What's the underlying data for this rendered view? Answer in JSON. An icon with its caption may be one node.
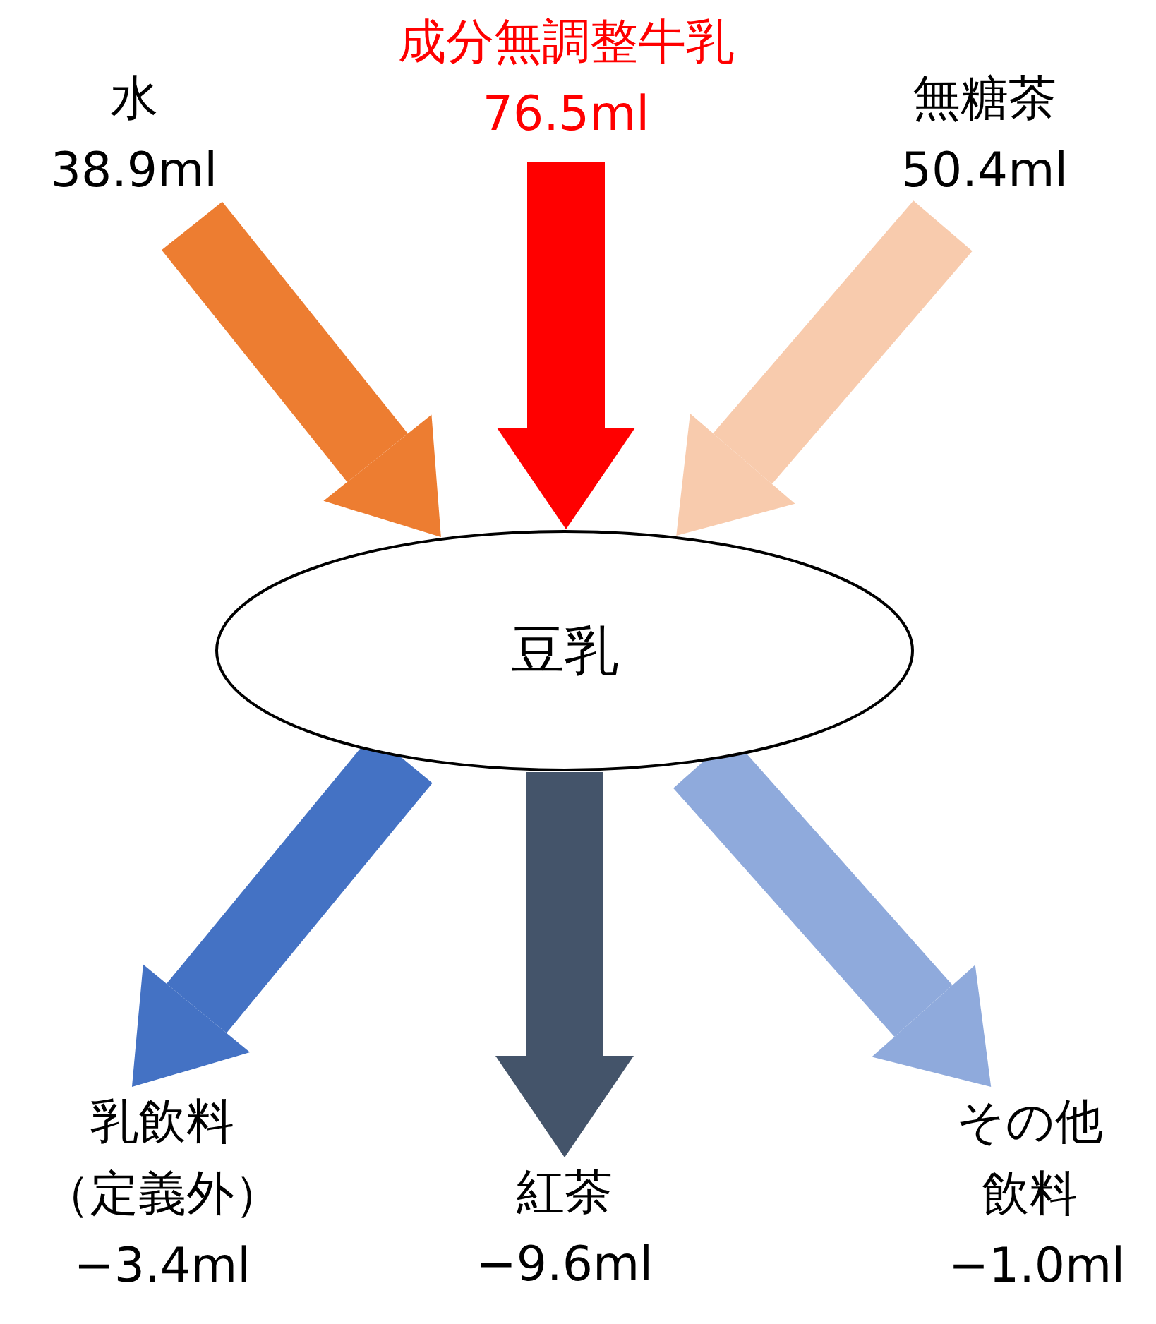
{
  "diagram": {
    "nodes": [
      {
        "text": [
          "水",
          "38.9ml"
        ]
      },
      {
        "text": [
          "成分無調整牛乳",
          "76.5ml"
        ]
      },
      {
        "text": [
          "無糖茶",
          "50.4ml"
        ]
      },
      {
        "text": [
          "豆乳"
        ]
      },
      {
        "text": [
          "乳飲料（定義外）",
          "−3.4ml"
        ]
      },
      {
        "text": [
          "紅茶",
          "−9.6ml"
        ]
      },
      {
        "text": [
          "その他飲料",
          "−1.0ml"
        ]
      }
    ],
    "edges": [
      {
        "from": 0,
        "to": 3,
        "arrow": "to",
        "color": "#ed7d31"
      },
      {
        "from": 1,
        "to": 3,
        "arrow": "to",
        "color": "#ff0000"
      },
      {
        "from": 2,
        "to": 3,
        "arrow": "to",
        "color": "#f8cbad"
      },
      {
        "from": 3,
        "to": 4,
        "arrow": "to",
        "color": "#4472c4"
      },
      {
        "from": 3,
        "to": 5,
        "arrow": "to",
        "color": "#44546a"
      },
      {
        "from": 3,
        "to": 6,
        "arrow": "to",
        "color": "#8faadc"
      }
    ]
  }
}
